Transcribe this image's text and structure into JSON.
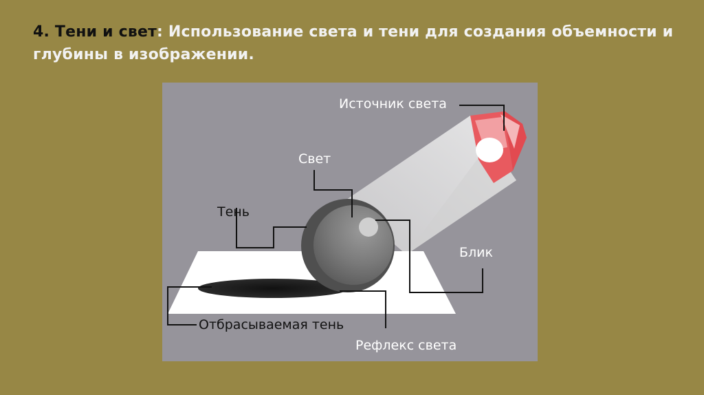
{
  "slide": {
    "title_prefix": "4. Тени и свет",
    "title_main": ": Использование света и тени для создания объемности и глубины в изображении."
  },
  "diagram": {
    "labels": {
      "light_source": "Источник света",
      "light": "Свет",
      "shadow": "Тень",
      "highlight": "Блик",
      "cast_shadow": "Отбрасываемая тень",
      "reflected_light": "Рефлекс света"
    }
  },
  "colors": {
    "slide_background": "#978745",
    "title_prefix": "#111111",
    "title_text": "#f2f2f2",
    "figure_background": "#96949b",
    "label_light": "#ffffff",
    "label_dark": "#111111",
    "lamp": "#e85a5f"
  }
}
